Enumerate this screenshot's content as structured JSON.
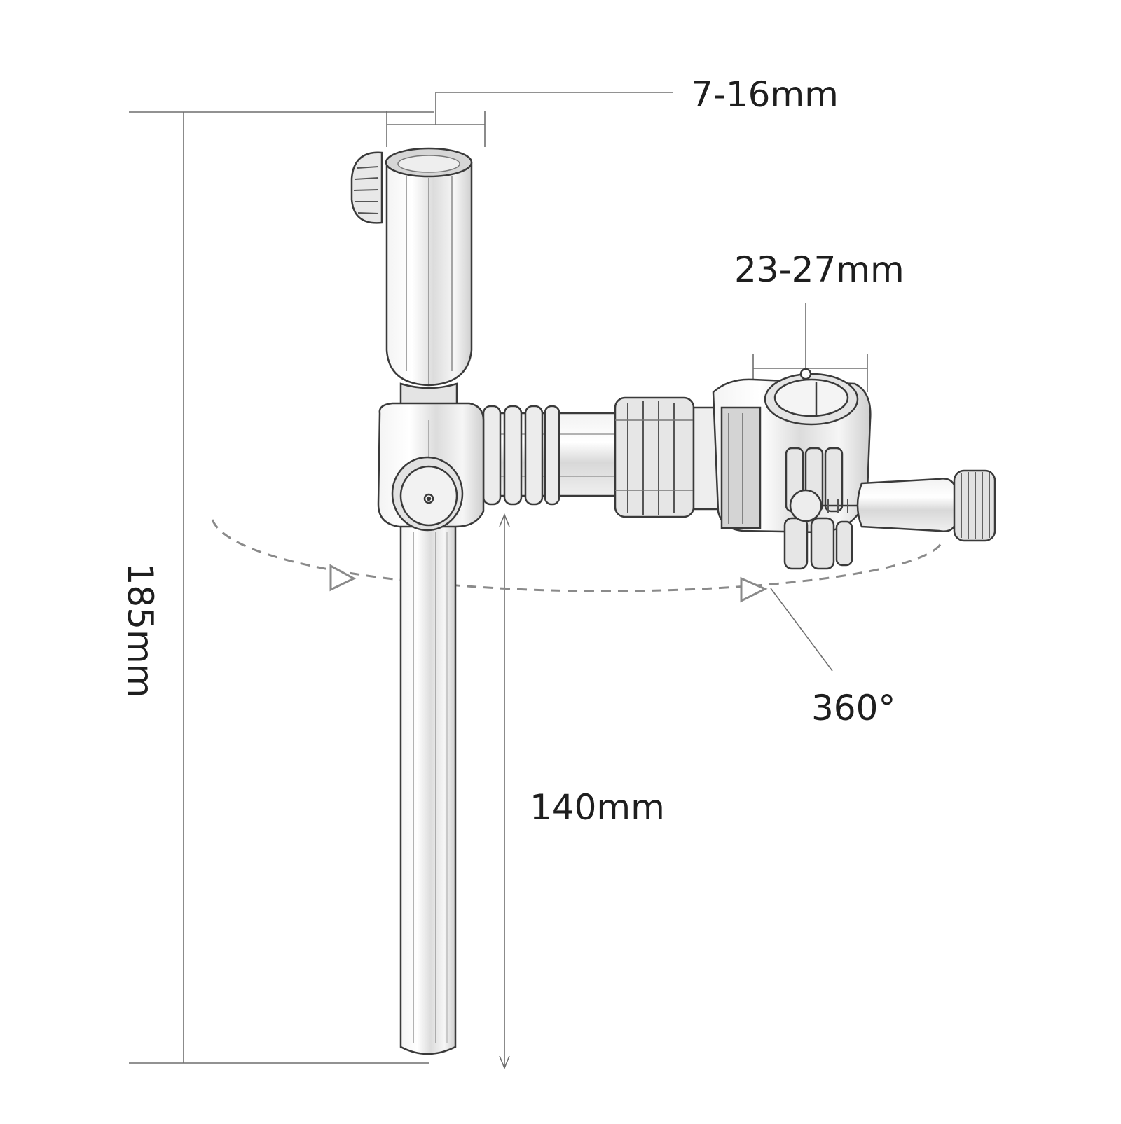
{
  "dimensions": {
    "tube_clamp_range": "7-16mm",
    "clamp_range": "23-27mm",
    "rotation": "360°",
    "rod_length": "140mm",
    "total_height": "185mm"
  },
  "colors": {
    "line": "#3a3a3a",
    "dim_line": "#6e6e6e",
    "dashed": "#8a8a8a",
    "text": "#1e1e1e"
  }
}
